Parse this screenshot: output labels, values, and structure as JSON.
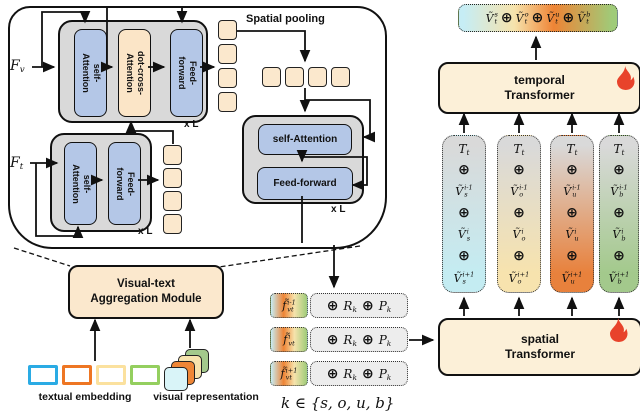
{
  "colors": {
    "block_blue": "#b4c7e7",
    "block_tan": "#fbe5c7",
    "module_gray": "#d9d9d9",
    "token_tan": "#fbe8cd",
    "panel_cream": "#fcf0d8",
    "flame_red": "#e8432b",
    "gradient": [
      "#c6edf5",
      "#f6e3ac",
      "#ee8435",
      "#9fcb79"
    ]
  },
  "left_diagram": {
    "spatial_pooling_label": "Spatial pooling",
    "visual_branch": {
      "input": {
        "base": "F",
        "sub": "v"
      },
      "blocks": [
        {
          "label": "self-\nAttention",
          "color": "blue"
        },
        {
          "label": "dot-cross-\nAttention",
          "color": "tan"
        },
        {
          "label": "Feed-\nforward",
          "color": "blue"
        }
      ],
      "repeat_label": "x L"
    },
    "text_branch": {
      "input": {
        "base": "F",
        "sub": "t"
      },
      "blocks": [
        {
          "label": "self-\nAttention",
          "color": "blue"
        },
        {
          "label": "Feed-\nforward",
          "color": "blue"
        }
      ],
      "repeat_label": "x L"
    },
    "pooled_module": {
      "blocks": [
        {
          "label": "self-Attention"
        },
        {
          "label": "Feed-forward"
        }
      ],
      "repeat_label": "x L"
    },
    "token_counts": {
      "visual_out": 4,
      "text_out": 4,
      "pooled": 4
    }
  },
  "aggregation_module": {
    "label": "Visual-text\nAggregation Module"
  },
  "inputs": {
    "textual": {
      "label": "textual embedding",
      "outline_colors": [
        "#2aabe4",
        "#ee7623",
        "#fbe19e",
        "#94cf5f"
      ]
    },
    "visual": {
      "label": "visual representation",
      "stack_colors_back_to_front": [
        "#a3c98c",
        "#f7e3ae",
        "#ef8636",
        "#d9f4f8"
      ]
    }
  },
  "fvt_rows": {
    "base": "f̃",
    "sub": "vt",
    "rows": [
      {
        "sup": "i-1"
      },
      {
        "sup": "i"
      },
      {
        "sup": "i+1"
      }
    ],
    "oplus": "⊕",
    "r_term": {
      "base": "R",
      "sub": "k"
    },
    "p_term": {
      "base": "P",
      "sub": "k"
    }
  },
  "set_note": "k ∈ {s, o, u, b}",
  "transformers": {
    "temporal": {
      "label": "temporal\nTransformer"
    },
    "spatial": {
      "label": "spatial\nTransformer"
    }
  },
  "columns": {
    "t_token": {
      "base": "T",
      "sub": "t"
    },
    "oplus": "⊕",
    "base": "Ṽ",
    "sups": [
      "i-1",
      "i",
      "i+1"
    ],
    "groups": [
      {
        "sub": "s",
        "bottom_color": "#c4ecf2"
      },
      {
        "sub": "o",
        "bottom_color": "#f7e3ae"
      },
      {
        "sub": "u",
        "bottom_color": "#e8813c"
      },
      {
        "sub": "b",
        "bottom_color": "#a3c98c"
      }
    ]
  },
  "output_tokens": {
    "base": "Ṽ",
    "sub": "t",
    "sups": [
      "s",
      "o",
      "u",
      "b"
    ],
    "oplus": "⊕"
  }
}
